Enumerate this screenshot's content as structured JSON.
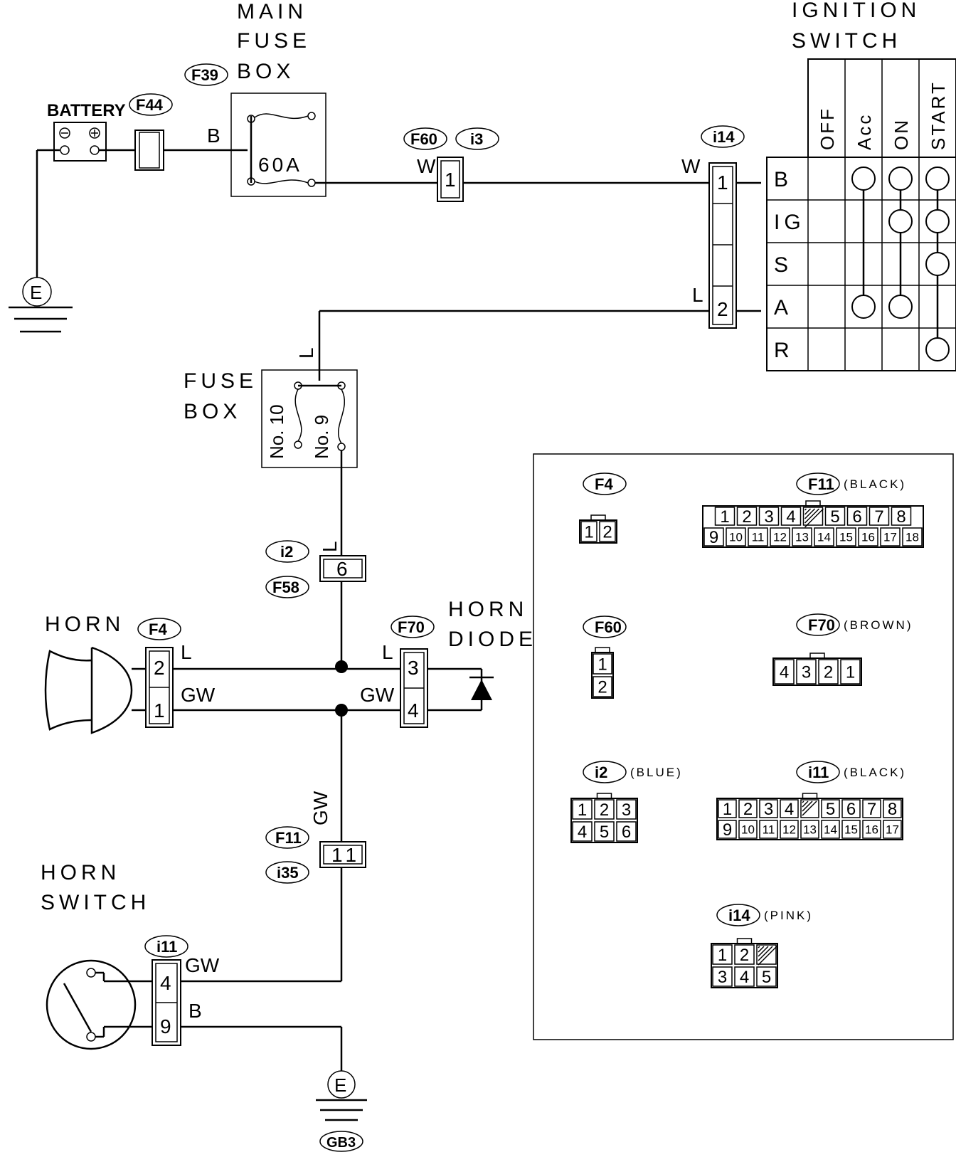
{
  "labels": {
    "main_fuse_box": [
      "MAIN",
      "FUSE",
      "BOX"
    ],
    "ignition_switch": [
      "IGNITION",
      "SWITCH"
    ],
    "battery": "BATTERY",
    "fuse_box": [
      "FUSE",
      "BOX"
    ],
    "horn": "HORN",
    "horn_diode": [
      "HORN",
      "DIODE"
    ],
    "horn_switch": [
      "HORN",
      "SWITCH"
    ],
    "ground": "E",
    "ground_tag": "GB3"
  },
  "fuse": {
    "main_rating": "60A",
    "fuse_box_slots": [
      "No. 10",
      "No. 9"
    ]
  },
  "connector_tags": {
    "battery": "F44",
    "main_fuse": "F39",
    "f60": "F60",
    "i3": "i3",
    "i14": "i14",
    "i2": "i2",
    "f58": "F58",
    "f4": "F4",
    "f70": "F70",
    "f11": "F11",
    "i35": "i35",
    "i11": "i11"
  },
  "wires": {
    "b": "B",
    "w1": "W",
    "w2": "W",
    "l_ign": "L",
    "l_fuse": "L",
    "l_i2": "L",
    "l_horn": "L",
    "l_diode": "L",
    "gw_horn": "GW",
    "gw_diode": "GW",
    "gw_vert": "GW",
    "gw_switch": "GW",
    "b_switch": "B"
  },
  "pins": {
    "f60": "1",
    "i14_top": "1",
    "i14_bottom": "2",
    "i2": "6",
    "f4_top": "2",
    "f4_bottom": "1",
    "f70_top": "3",
    "f70_bottom": "4",
    "f11": "11",
    "i11_top": "4",
    "i11_bottom": "9"
  },
  "ignition_table": {
    "columns": [
      "OFF",
      "Acc",
      "ON",
      "START"
    ],
    "rows": [
      "B",
      "IG",
      "S",
      "A",
      "R"
    ]
  },
  "connector_views": [
    {
      "tag": "F4",
      "color": "",
      "rows": [
        [
          "1",
          "2"
        ]
      ]
    },
    {
      "tag": "F11",
      "color": "(BLACK)",
      "rows": [
        [
          "1",
          "2",
          "3",
          "4",
          "",
          "5",
          "6",
          "7",
          "8"
        ],
        [
          "9",
          "10",
          "11",
          "12",
          "13",
          "14",
          "15",
          "16",
          "17",
          "18"
        ]
      ]
    },
    {
      "tag": "F60",
      "color": "",
      "rows": [
        [
          "1"
        ],
        [
          "2"
        ]
      ]
    },
    {
      "tag": "F70",
      "color": "(BROWN)",
      "rows": [
        [
          "4",
          "3",
          "2",
          "1"
        ]
      ]
    },
    {
      "tag": "i2",
      "color": "(BLUE)",
      "rows": [
        [
          "1",
          "2",
          "3"
        ],
        [
          "4",
          "5",
          "6"
        ]
      ]
    },
    {
      "tag": "i11",
      "color": "(BLACK)",
      "rows": [
        [
          "1",
          "2",
          "3",
          "4",
          "",
          "5",
          "6",
          "7",
          "8"
        ],
        [
          "9",
          "10",
          "11",
          "12",
          "13",
          "14",
          "15",
          "16",
          "17"
        ]
      ]
    },
    {
      "tag": "i14",
      "color": "(PINK)",
      "rows": [
        [
          "1",
          "2",
          ""
        ],
        [
          "3",
          "4",
          "5"
        ]
      ]
    }
  ]
}
